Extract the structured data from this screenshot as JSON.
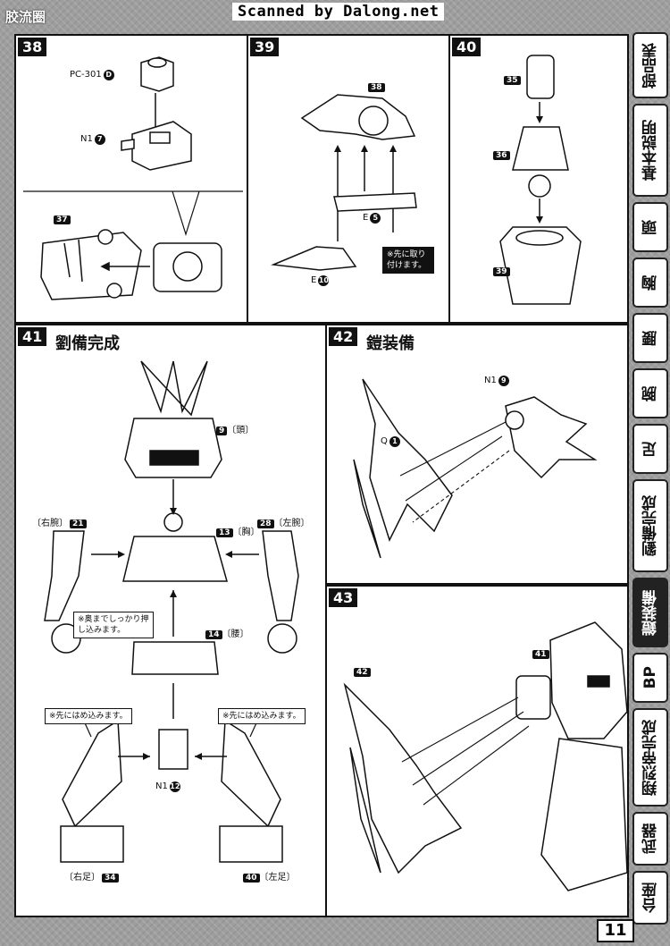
{
  "header": {
    "title": "胶流圈",
    "scan_credit": "Scanned by Dalong.net"
  },
  "steps": {
    "s38": {
      "num": "38",
      "labels": {
        "pc": "PC-301",
        "pc_part": "D",
        "n1": "N1",
        "n1_part": "7",
        "ref": "37"
      }
    },
    "s39": {
      "num": "39",
      "labels": {
        "ref": "38",
        "e5": "E",
        "e5_part": "5",
        "e10": "E",
        "e10_part": "10"
      },
      "note": "※先に取り付けます。"
    },
    "s40": {
      "num": "40",
      "labels": {
        "ref35": "35",
        "ref36": "36",
        "ref39": "39"
      }
    },
    "s41": {
      "num": "41",
      "title": "劉備完成",
      "labels": {
        "head": "9",
        "head_jp": "〔頭〕",
        "chest": "13",
        "chest_jp": "〔胸〕",
        "right_arm_jp": "〔右腕〕",
        "right_arm": "21",
        "left_arm": "28",
        "left_arm_jp": "〔左腕〕",
        "waist": "14",
        "waist_jp": "〔腰〕",
        "n1": "N1",
        "n1_part": "12",
        "right_leg_jp": "〔右足〕",
        "right_leg": "34",
        "left_leg": "40",
        "left_leg_jp": "〔左足〕"
      },
      "notes": {
        "push": "※奥までしっかり押し込みます。",
        "fit_left": "※先にはめ込みます。",
        "fit_right": "※先にはめ込みます。"
      }
    },
    "s42": {
      "num": "42",
      "title": "鎧装備",
      "labels": {
        "n1": "N1",
        "n1_part": "9",
        "q": "Q",
        "q_part": "1"
      }
    },
    "s43": {
      "num": "43",
      "labels": {
        "ref41": "41",
        "ref42": "42"
      }
    }
  },
  "sidebar": {
    "tabs": [
      {
        "label": "部品表",
        "active": false
      },
      {
        "label": "基本説明",
        "active": false
      },
      {
        "label": "頭",
        "active": false
      },
      {
        "label": "胸",
        "active": false
      },
      {
        "label": "腰",
        "active": false
      },
      {
        "label": "腕",
        "active": false
      },
      {
        "label": "足",
        "active": false
      },
      {
        "label": "劉備完成",
        "active": false
      },
      {
        "label": "鎧装備",
        "active": true
      },
      {
        "label": "BP",
        "active": false
      },
      {
        "label": "翔烈帝完成",
        "active": false
      },
      {
        "label": "武器",
        "active": false
      },
      {
        "label": "台座",
        "active": false
      }
    ]
  },
  "footer": {
    "page_number": "11"
  }
}
